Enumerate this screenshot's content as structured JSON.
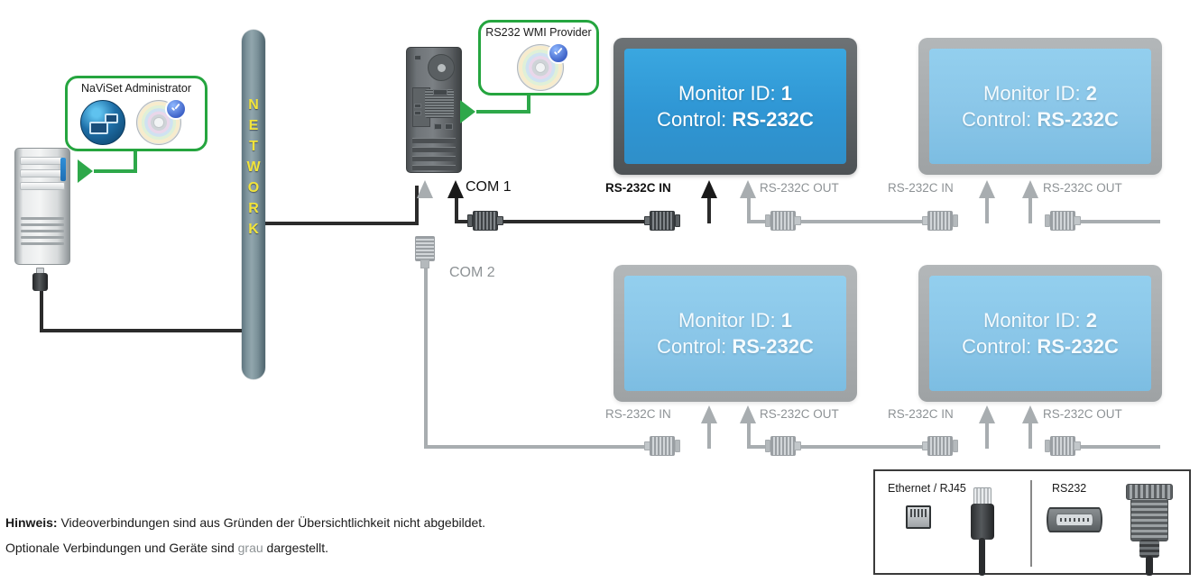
{
  "diagram": {
    "title": "NaViSet Administrator RS-232C monitor control topology",
    "network_bar": {
      "label": "NETWORK",
      "letters": [
        "N",
        "E",
        "T",
        "W",
        "O",
        "R",
        "K"
      ],
      "color": "#f2e43a"
    }
  },
  "callouts": [
    {
      "id": "naviset",
      "label": "NaViSet Administrator",
      "border_color": "#25a53f",
      "arrow_color": "#2ea84a"
    },
    {
      "id": "rs232wmi",
      "label": "RS232 WMI Provider",
      "border_color": "#25a53f",
      "arrow_color": "#2ea84a"
    }
  ],
  "devices": {
    "server": {
      "name": "server"
    },
    "pc": {
      "name": "pc-tower"
    }
  },
  "ports": {
    "com1": {
      "label": "COM 1",
      "state": "active"
    },
    "com2": {
      "label": "COM 2",
      "state": "optional"
    }
  },
  "monitors": [
    {
      "id": "top-left",
      "id_label": "Monitor ID:",
      "id_value": "1",
      "control_label": "Control:",
      "control_value": "RS-232C",
      "state": "active",
      "screen_color": "#2f96d4"
    },
    {
      "id": "top-right",
      "id_label": "Monitor ID:",
      "id_value": "2",
      "control_label": "Control:",
      "control_value": "RS-232C",
      "state": "optional",
      "screen_color": "#8ac6e8"
    },
    {
      "id": "bottom-left",
      "id_label": "Monitor ID:",
      "id_value": "1",
      "control_label": "Control:",
      "control_value": "RS-232C",
      "state": "optional",
      "screen_color": "#8ac6e8"
    },
    {
      "id": "bottom-right",
      "id_label": "Monitor ID:",
      "id_value": "2",
      "control_label": "Control:",
      "control_value": "RS-232C",
      "state": "optional",
      "screen_color": "#8ac6e8"
    }
  ],
  "port_labels": {
    "top": [
      {
        "text": "RS-232C IN",
        "state": "active"
      },
      {
        "text": "RS-232C OUT",
        "state": "optional"
      },
      {
        "text": "RS-232C IN",
        "state": "optional"
      },
      {
        "text": "RS-232C OUT",
        "state": "optional"
      }
    ],
    "bottom": [
      {
        "text": "RS-232C IN",
        "state": "optional"
      },
      {
        "text": "RS-232C OUT",
        "state": "optional"
      },
      {
        "text": "RS-232C IN",
        "state": "optional"
      },
      {
        "text": "RS-232C OUT",
        "state": "optional"
      }
    ]
  },
  "legend": {
    "ethernet_label": "Ethernet / RJ45",
    "rs232_label": "RS232"
  },
  "note": {
    "lead": "Hinweis:",
    "line1_rest": " Videoverbindungen sind aus Gründen der Übersichtlichkeit nicht abgebildet.",
    "line2_a": "Optionale Verbindungen und Geräte sind ",
    "line2_gray": "grau",
    "line2_b": " dargestellt."
  },
  "colors": {
    "callout_green": "#25a53f",
    "network_yellow": "#f2e43a",
    "active_black": "#1a1a1a",
    "optional_gray": "#a8adb0",
    "screen_blue": "#2f96d4"
  }
}
